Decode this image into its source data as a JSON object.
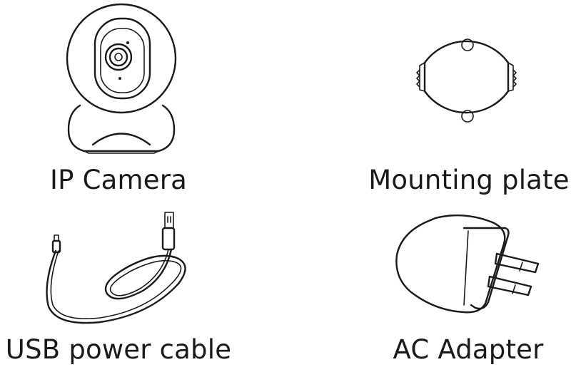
{
  "items": [
    {
      "label": "IP Camera",
      "icon": "ip-camera-icon"
    },
    {
      "label": "Mounting plate",
      "icon": "mounting-plate-icon"
    },
    {
      "label": "USB power cable",
      "icon": "usb-cable-icon"
    },
    {
      "label": "AC Adapter",
      "icon": "ac-adapter-icon"
    }
  ]
}
